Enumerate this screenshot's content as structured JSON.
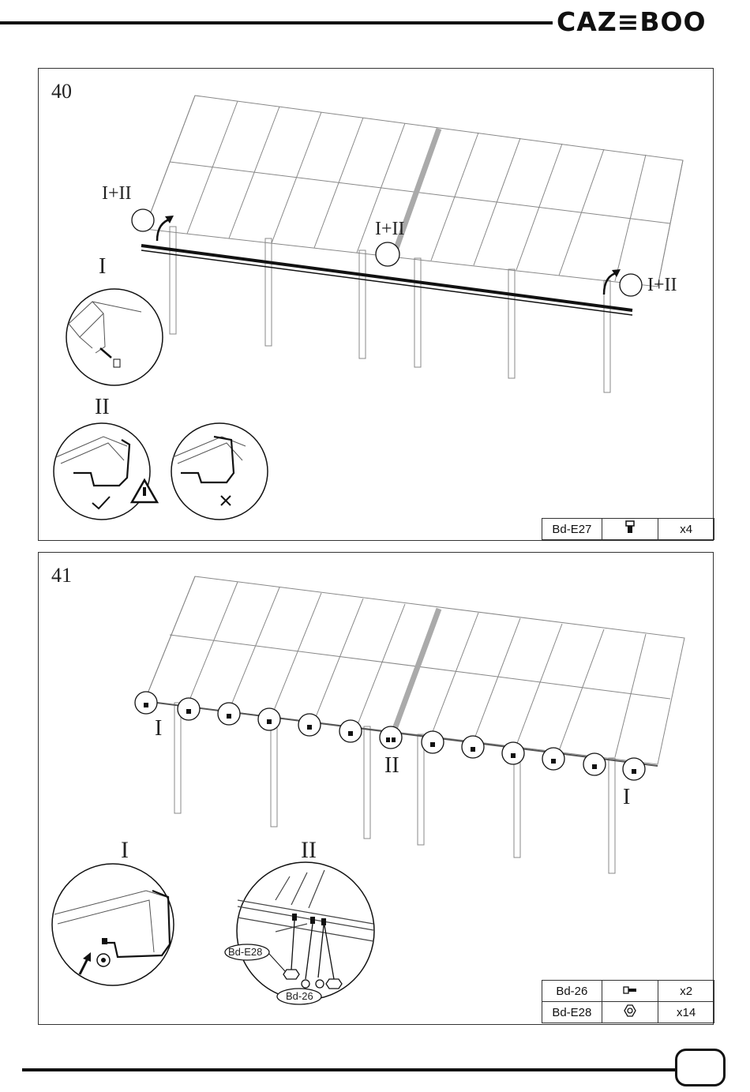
{
  "header": {
    "brand": "CAZ≡BOO"
  },
  "step40": {
    "number": "40",
    "callouts": {
      "left": "I+II",
      "middle": "I+II",
      "right": "I+II"
    },
    "detail_I": "I",
    "detail_II": "II",
    "correct_mark": "✓",
    "wrong_mark": "✕",
    "warning_icon": "warning-triangle",
    "parts": [
      {
        "code": "Bd-E27",
        "icon": "bolt-icon",
        "qty": "x4"
      }
    ]
  },
  "step41": {
    "number": "41",
    "callouts": {
      "left": "I",
      "middle": "II",
      "right": "I"
    },
    "detail_I": "I",
    "detail_II": "II",
    "detail_II_labels": {
      "nut": "Bd-E28",
      "bolt": "Bd-26"
    },
    "parts": [
      {
        "code": "Bd-26",
        "icon": "bolt-icon",
        "qty": "x2"
      },
      {
        "code": "Bd-E28",
        "icon": "nut-icon",
        "qty": "x14"
      }
    ]
  },
  "footer": {
    "page_number": ""
  }
}
